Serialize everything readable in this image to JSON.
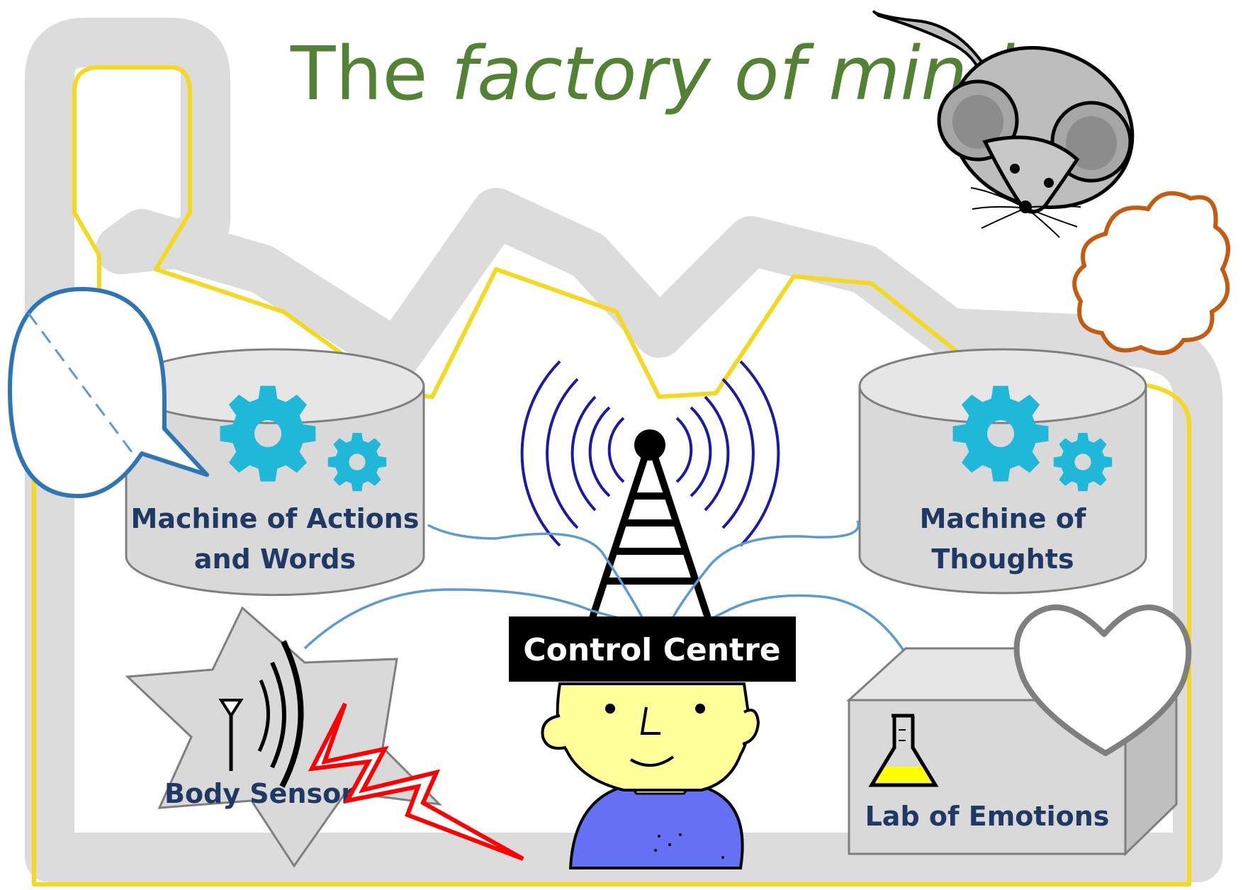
{
  "title": {
    "prefix": "The ",
    "emphasis": "factory of mind"
  },
  "components": {
    "actions_machine": [
      "Machine of Actions",
      "and Words"
    ],
    "thoughts_machine": [
      "Machine of",
      "Thoughts"
    ],
    "body_sensor": "Body Sensor",
    "control_centre": "Control Centre",
    "emotions_lab": "Lab of Emotions"
  },
  "colors": {
    "title": "#548235",
    "label": "#1f3864",
    "gear": "#1fb8d8",
    "connector": "#5b9bd5",
    "factory_outline": "#f2d21b",
    "factory_shadow": "#d9d9d9",
    "speech_bubble": "#2e75b6",
    "thought_bubble": "#c55a11",
    "antenna_waves": "#1a1aa6",
    "lightning": "#ff0000",
    "flask_liquid": "#ffff00",
    "face": "#ffff99",
    "shirt": "#6670f5"
  },
  "icons": [
    "mouse-icon",
    "thought-bubble-icon",
    "speech-bubble-icon",
    "gear-icon",
    "antenna-tower-icon",
    "signal-antenna-icon",
    "lightning-icon",
    "flask-icon",
    "heart-icon",
    "person-icon"
  ]
}
